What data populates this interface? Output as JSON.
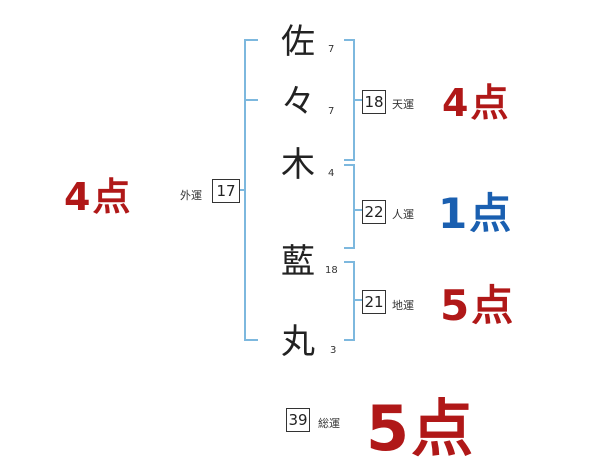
{
  "name_chars": [
    {
      "char": "佐",
      "strokes": "7"
    },
    {
      "char": "々",
      "strokes": "7"
    },
    {
      "char": "木",
      "strokes": "4"
    },
    {
      "char": "藍",
      "strokes": "18"
    },
    {
      "char": "丸",
      "strokes": "3"
    }
  ],
  "tenkaku": {
    "label": "天運",
    "value": "18",
    "score": "4点",
    "score_color": "#b01818"
  },
  "jinkaku": {
    "label": "人運",
    "value": "22",
    "score": "1点",
    "score_color": "#1a5fb0"
  },
  "chikaku": {
    "label": "地運",
    "value": "21",
    "score": "5点",
    "score_color": "#b01818"
  },
  "gaikaku": {
    "label": "外運",
    "value": "17",
    "score": "4点",
    "score_color": "#b01818"
  },
  "soukaku": {
    "label": "総運",
    "value": "39",
    "score": "5点",
    "score_color": "#b01818"
  },
  "bracket_color": "#7db8de"
}
